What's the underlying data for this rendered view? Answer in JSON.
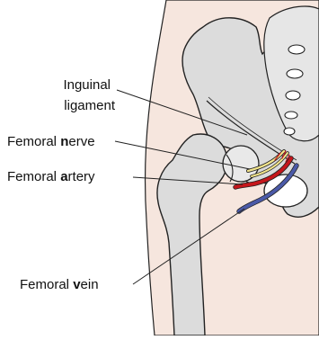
{
  "labels": {
    "inguinal_ligament_line1": "Inguinal",
    "inguinal_ligament_line2": "ligament",
    "femoral_nerve_pre": "Femoral ",
    "femoral_nerve_bold": "n",
    "femoral_nerve_post": "erve",
    "femoral_artery_pre": "Femoral ",
    "femoral_artery_bold": "a",
    "femoral_artery_post": "rtery",
    "femoral_vein_pre": "Femoral ",
    "femoral_vein_bold": "v",
    "femoral_vein_post": "ein"
  },
  "colors": {
    "skin": "#f6e6de",
    "bone": "#dcdcdc",
    "bone_outline": "#222222",
    "nerve": "#f3e58c",
    "artery": "#c5161b",
    "vein": "#4b5aa8"
  }
}
